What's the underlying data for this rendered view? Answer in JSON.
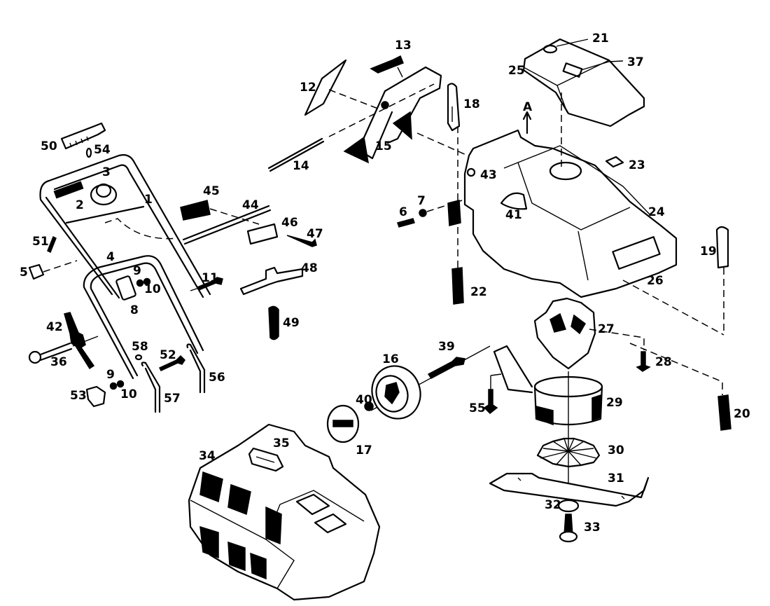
{
  "diagram": {
    "kind": "exploded parts diagram",
    "subject": "electric lawn mower",
    "colors": {
      "ink": "#000000",
      "paper": "#ffffff"
    },
    "direction_marker": "A",
    "part_labels": [
      "1",
      "2",
      "3",
      "4",
      "5",
      "6",
      "7",
      "8",
      "9",
      "10",
      "11",
      "12",
      "13",
      "14",
      "15",
      "16",
      "17",
      "18",
      "19",
      "20",
      "21",
      "22",
      "23",
      "24",
      "25",
      "26",
      "27",
      "28",
      "29",
      "30",
      "31",
      "32",
      "33",
      "34",
      "35",
      "36",
      "37",
      "39",
      "40",
      "41",
      "42",
      "43",
      "44",
      "45",
      "46",
      "47",
      "48",
      "49",
      "50",
      "51",
      "52",
      "53",
      "54",
      "55",
      "56",
      "57",
      "58"
    ],
    "callouts": [
      {
        "id": "50",
        "text": "50"
      },
      {
        "id": "54",
        "text": "54"
      },
      {
        "id": "3",
        "text": "3"
      },
      {
        "id": "2",
        "text": "2"
      },
      {
        "id": "1",
        "text": "1"
      },
      {
        "id": "51",
        "text": "51"
      },
      {
        "id": "5",
        "text": "5"
      },
      {
        "id": "4",
        "text": "4"
      },
      {
        "id": "9a",
        "text": "9"
      },
      {
        "id": "10a",
        "text": "10"
      },
      {
        "id": "8",
        "text": "8"
      },
      {
        "id": "11",
        "text": "11"
      },
      {
        "id": "42",
        "text": "42"
      },
      {
        "id": "36",
        "text": "36"
      },
      {
        "id": "58",
        "text": "58"
      },
      {
        "id": "52",
        "text": "52"
      },
      {
        "id": "56",
        "text": "56"
      },
      {
        "id": "9b",
        "text": "9"
      },
      {
        "id": "10b",
        "text": "10"
      },
      {
        "id": "53",
        "text": "53"
      },
      {
        "id": "57",
        "text": "57"
      },
      {
        "id": "45",
        "text": "45"
      },
      {
        "id": "44",
        "text": "44"
      },
      {
        "id": "46",
        "text": "46"
      },
      {
        "id": "47",
        "text": "47"
      },
      {
        "id": "48",
        "text": "48"
      },
      {
        "id": "49",
        "text": "49"
      },
      {
        "id": "12",
        "text": "12"
      },
      {
        "id": "13",
        "text": "13"
      },
      {
        "id": "14",
        "text": "14"
      },
      {
        "id": "15",
        "text": "15"
      },
      {
        "id": "18",
        "text": "18"
      },
      {
        "id": "43",
        "text": "43"
      },
      {
        "id": "6",
        "text": "6"
      },
      {
        "id": "7",
        "text": "7"
      },
      {
        "id": "41",
        "text": "41"
      },
      {
        "id": "22",
        "text": "22"
      },
      {
        "id": "21",
        "text": "21"
      },
      {
        "id": "25",
        "text": "25"
      },
      {
        "id": "37",
        "text": "37"
      },
      {
        "id": "23",
        "text": "23"
      },
      {
        "id": "24",
        "text": "24"
      },
      {
        "id": "19",
        "text": "19"
      },
      {
        "id": "26",
        "text": "26"
      },
      {
        "id": "27",
        "text": "27"
      },
      {
        "id": "28",
        "text": "28"
      },
      {
        "id": "20",
        "text": "20"
      },
      {
        "id": "39",
        "text": "39"
      },
      {
        "id": "16",
        "text": "16"
      },
      {
        "id": "40",
        "text": "40"
      },
      {
        "id": "17",
        "text": "17"
      },
      {
        "id": "55",
        "text": "55"
      },
      {
        "id": "29",
        "text": "29"
      },
      {
        "id": "30",
        "text": "30"
      },
      {
        "id": "31",
        "text": "31"
      },
      {
        "id": "32",
        "text": "32"
      },
      {
        "id": "33",
        "text": "33"
      },
      {
        "id": "34",
        "text": "34"
      },
      {
        "id": "35",
        "text": "35"
      }
    ],
    "assemblies": [
      {
        "name": "handle-assembly",
        "parts": [
          "1",
          "2",
          "3",
          "4",
          "5",
          "8",
          "9",
          "10",
          "11",
          "36",
          "42",
          "50",
          "51",
          "52",
          "53",
          "54",
          "56",
          "57",
          "58"
        ]
      },
      {
        "name": "cable-and-linkage",
        "parts": [
          "44",
          "45",
          "46",
          "47",
          "48",
          "49"
        ]
      },
      {
        "name": "rear-flap",
        "parts": [
          "12",
          "13",
          "14",
          "15",
          "18"
        ]
      },
      {
        "name": "housing",
        "parts": [
          "6",
          "7",
          "19",
          "20",
          "21",
          "22",
          "23",
          "24",
          "25",
          "26",
          "37",
          "41",
          "43"
        ]
      },
      {
        "name": "motor-and-blade",
        "parts": [
          "27",
          "28",
          "29",
          "30",
          "31",
          "32",
          "33",
          "55"
        ]
      },
      {
        "name": "wheel",
        "parts": [
          "16",
          "17",
          "39",
          "40"
        ]
      },
      {
        "name": "grass-box",
        "parts": [
          "34",
          "35"
        ]
      }
    ]
  }
}
